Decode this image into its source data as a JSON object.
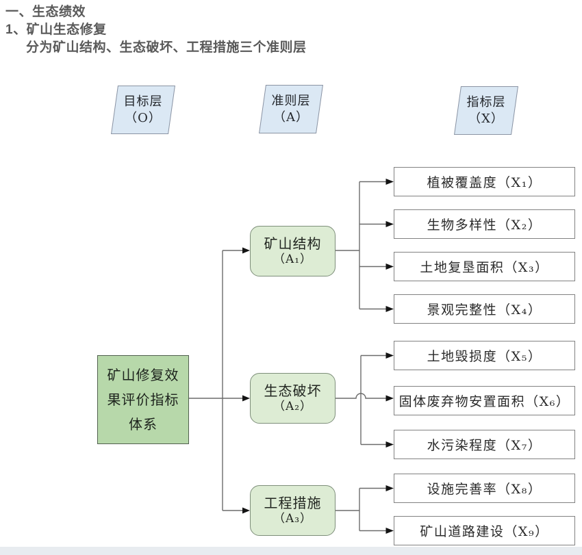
{
  "header": {
    "line1": "一、生态绩效",
    "line2": "1、矿山生态修复",
    "line3": "分为矿山结构、生态破坏、工程措施三个准则层",
    "text_color": "#595959"
  },
  "diagram": {
    "colors": {
      "layer_fill": "#dbe8f4",
      "layer_border": "#8a93a3",
      "root_fill": "#b7d8aa",
      "root_border": "#51604f",
      "criteria_fill": "#ddecd4",
      "criteria_border": "#7d8e79",
      "indicator_fill": "#ffffff",
      "indicator_border": "#818181",
      "line_color": "#6b6b6b",
      "arrow_color": "#141414"
    },
    "layers": [
      {
        "title": "目标层",
        "code": "（O）"
      },
      {
        "title": "准则层",
        "code": "（A）"
      },
      {
        "title": "指标层",
        "code": "（X）"
      }
    ],
    "root": {
      "line1": "矿山修复效",
      "line2": "果评价指标",
      "line3": "体系"
    },
    "criteria": [
      {
        "name": "矿山结构",
        "code": "（A₁）"
      },
      {
        "name": "生态破坏",
        "code": "（A₂）"
      },
      {
        "name": "工程措施",
        "code": "（A₃）"
      }
    ],
    "indicators": [
      "植被覆盖度（X₁）",
      "生物多样性（X₂）",
      "土地复垦面积（X₃）",
      "景观完整性（X₄）",
      "土地毁损度（X₅）",
      "固体废弃物安置面积（X₆）",
      "水污染程度（X₇）",
      "设施完善率（X₈）",
      "矿山道路建设（X₉）"
    ]
  }
}
